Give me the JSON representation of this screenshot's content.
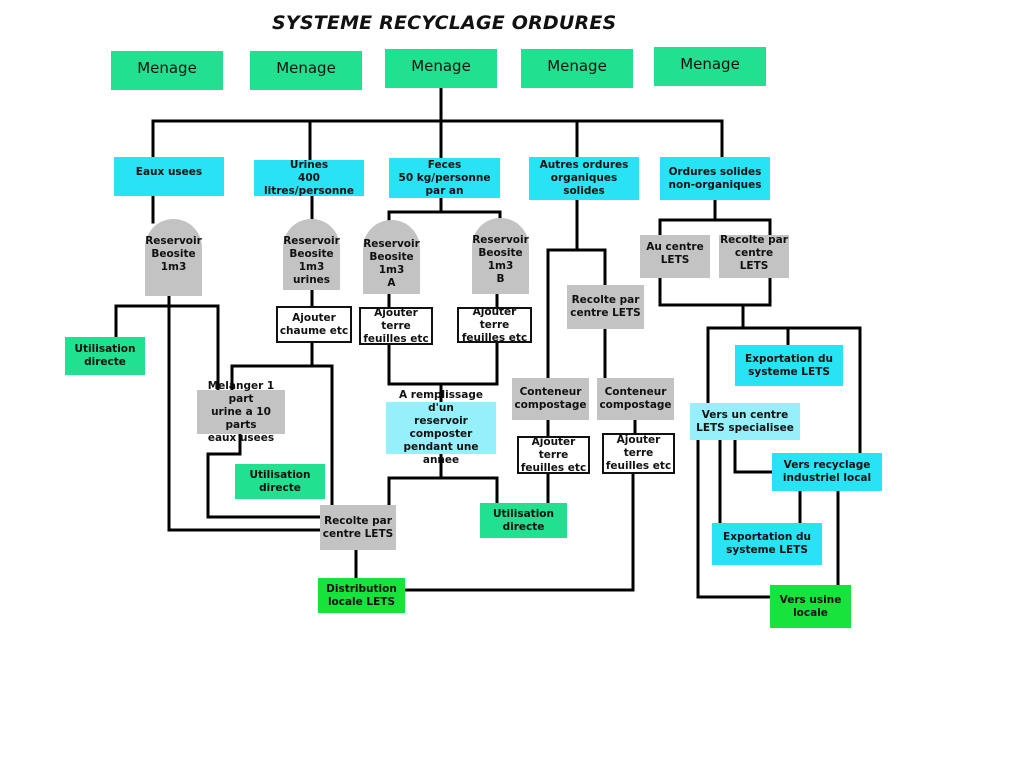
{
  "title": "SYSTEME RECYCLAGE ORDURES",
  "colors": {
    "menage": "#21e08f",
    "cyan": "#27e3f3",
    "light_cyan": "#95f0fb",
    "green": "#21e08f",
    "bright_green": "#17e33c",
    "gray": "#c3c3c3",
    "line": "#000000"
  },
  "households": [
    "Menage",
    "Menage",
    "Menage",
    "Menage",
    "Menage"
  ],
  "categories": {
    "eaux_usees": "Eaux usees",
    "urines": "Urines\n400 litres/personne",
    "feces": "Feces\n50 kg/personne\npar an",
    "autres_organiques": "Autres ordures\norganiques solides",
    "non_organiques": "Ordures solides\nnon-organiques"
  },
  "reservoirs": {
    "eaux": "Reservoir\nBeosite\n1m3",
    "urines": "Reservoir\nBeosite\n1m3\nurines",
    "a": "Reservoir\nBeosite\n1m3\nA",
    "b": "Reservoir\nBeosite\n1m3\nB"
  },
  "nodes": {
    "utilisation_directe_1": "Utilisation\ndirecte",
    "ajouter_chaume": "Ajouter\nchaume etc",
    "ajouter_terre_a": "Ajouter terre\nfeuilles etc",
    "ajouter_terre_b": "Ajouter terre\nfeuilles etc",
    "melanger": "Melanger 1 part\nurine a 10 parts\neaux usees",
    "utilisation_directe_2": "Utilisation\ndirecte",
    "a_remplissage": "A remplissage d'un\nreservoir composter\npendant une annee",
    "recolte_mid": "Recolte par\ncentre LETS",
    "utilisation_directe_3": "Utilisation\ndirecte",
    "distribution": "Distribution\nlocale LETS",
    "recolte_organic": "Recolte par\ncentre LETS",
    "conteneur_1": "Conteneur\ncompostage",
    "conteneur_2": "Conteneur\ncompostage",
    "ajouter_terre_c1": "Ajouter terre\nfeuilles etc",
    "ajouter_terre_c2": "Ajouter terre\nfeuilles etc",
    "au_centre": "Au centre\nLETS",
    "recolte_right": "Recolte par\ncentre LETS",
    "exportation_1": "Exportation du\nsysteme LETS",
    "vers_centre": "Vers un centre\nLETS specialisee",
    "vers_recyclage": "Vers recyclage\nindustriel local",
    "exportation_2": "Exportation du\nsysteme LETS",
    "vers_usine": "Vers usine\nlocale"
  }
}
